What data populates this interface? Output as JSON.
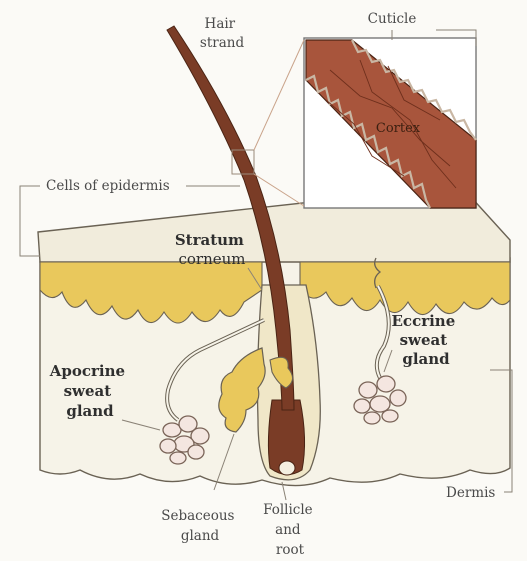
{
  "labels": {
    "hair_strand": [
      "Hair",
      "strand"
    ],
    "cuticle": "Cuticle",
    "cortex": "Cortex",
    "cells_of_epidermis": "Cells of epidermis",
    "stratum_corneum": [
      "Stratum",
      "corneum"
    ],
    "eccrine_sweat_gland": [
      "Eccrine",
      "sweat",
      "gland"
    ],
    "apocrine_sweat_gland": [
      "Apocrine",
      "sweat",
      "gland"
    ],
    "sebaceous_gland": [
      "Sebaceous",
      "gland"
    ],
    "follicle_and_root": [
      "Follicle",
      "and",
      "root"
    ],
    "dermis": "Dermis"
  },
  "colors": {
    "epidermis": "#f3efdf",
    "papillae": "#e9c85c",
    "dermis": "#f6f3e8",
    "hair": "#7a3c26",
    "cortex": "#a8553c",
    "outline": "#5a5246",
    "leader": "#9a9286"
  }
}
